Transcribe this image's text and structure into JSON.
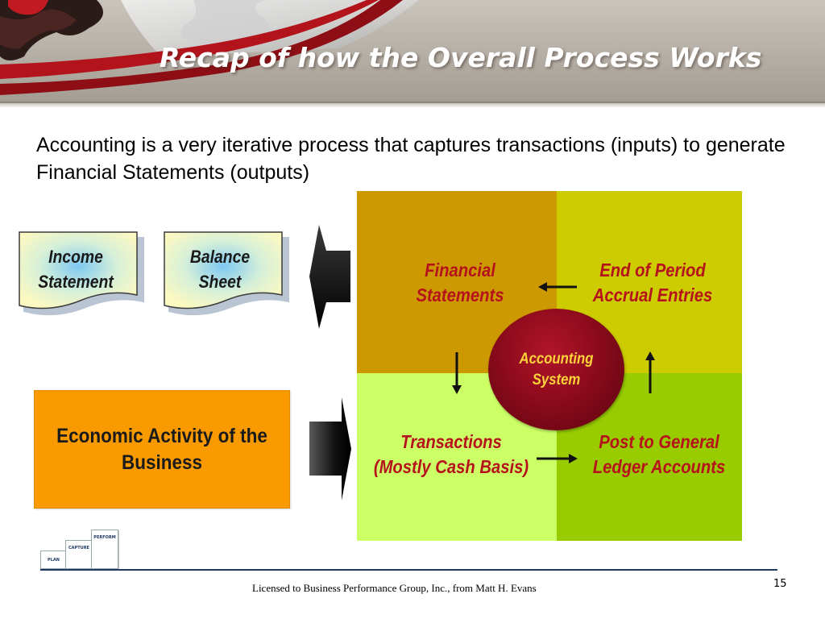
{
  "slide": {
    "title": "Recap of how the Overall Process Works",
    "intro": "Accounting is a very iterative process that captures transactions (inputs) to generate Financial Statements (outputs)"
  },
  "outputs": {
    "income_statement": [
      "Income",
      "Statement"
    ],
    "balance_sheet": [
      "Balance",
      "Sheet"
    ]
  },
  "input": {
    "economic_activity": [
      "Economic Activity of the",
      "Business"
    ]
  },
  "cycle": {
    "financial_statements": [
      "Financial",
      "Statements"
    ],
    "end_of_period": [
      "End of Period",
      "Accrual Entries"
    ],
    "transactions": [
      "Transactions",
      "(Mostly Cash Basis)"
    ],
    "post_to_ledger": [
      "Post to General",
      "Ledger Accounts"
    ],
    "center": [
      "Accounting",
      "System"
    ]
  },
  "logo": {
    "plan": "PLAN",
    "capture": "CAPTURE",
    "perform": "PERFORM"
  },
  "footer": {
    "license": "Licensed to Business Performance Group, Inc., from Matt H. Evans",
    "page_number": "15"
  },
  "colors": {
    "quad_top_left": "#cc9900",
    "quad_top_right": "#cccc00",
    "quad_bottom_left": "#ccff66",
    "quad_bottom_right": "#99cc00",
    "economic_box": "#f99b00",
    "cycle_text": "#b5121b",
    "center_circle": "#8c0b1b",
    "center_text": "#ffd23a"
  }
}
